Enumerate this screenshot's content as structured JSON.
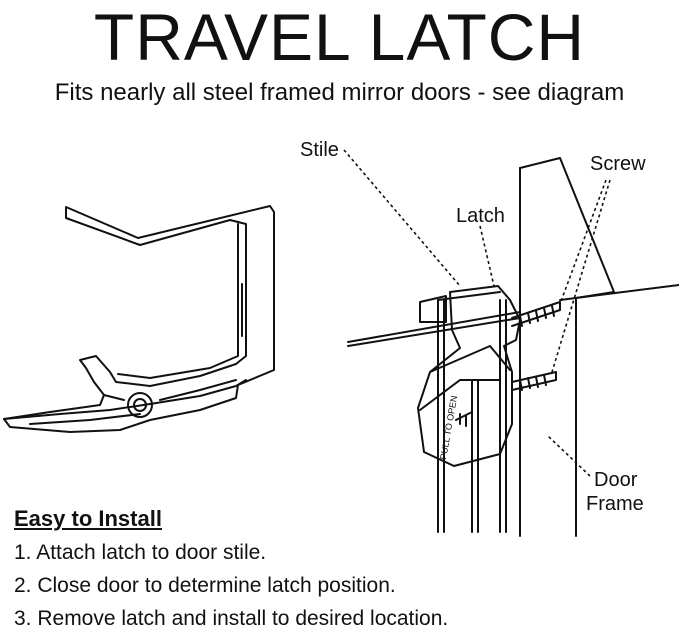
{
  "title": "TRAVEL LATCH",
  "subtitle": "Fits nearly all steel framed mirror doors - see diagram",
  "labels": {
    "stile": "Stile",
    "latch": "Latch",
    "screw": "Screw",
    "door_frame_line1": "Door",
    "door_frame_line2": "Frame",
    "latch_face": "PULL TO OPEN"
  },
  "install": {
    "heading": "Easy to Install",
    "steps": [
      "1. Attach latch to door stile.",
      "2. Close door to determine latch position.",
      "3. Remove latch and install to desired location."
    ]
  }
}
